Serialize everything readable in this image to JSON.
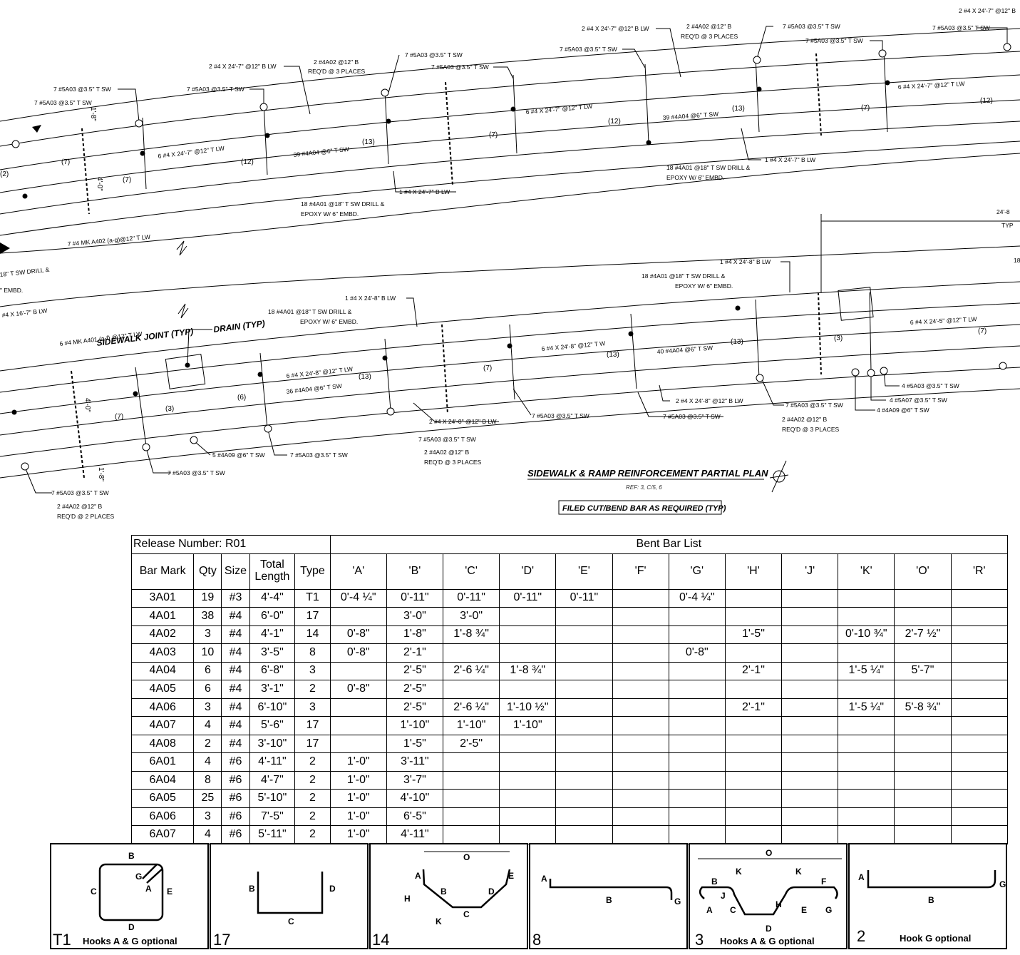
{
  "plan": {
    "title": "SIDEWALK & RAMP REINFORCEMENT PARTIAL PLAN",
    "ref": "REF: 3, C/5, 6",
    "note": "FILED CUT/BEND BAR AS REQUIRED (TYP)",
    "callouts": {
      "c1": "7 #5A03 @3.5\" T SW",
      "c2": "7 #5A03 @3.5\" T SW",
      "c3": "2 #4 X 24'-7\" @12\" B LW",
      "c4": "2 #4A02 @12\" B",
      "c5": "REQ'D @ 3 PLACES",
      "c6": "7 #5A03 @3.5\" T SW",
      "c7": "7 #5A03 @3.5\" T SW",
      "c8": "7 #5A03 @3.5\" T SW",
      "c9": "2 #4 X 24'-7\" @12\" B LW",
      "c10": "2 #4A02 @12\" B",
      "c11": "REQ'D @ 3 PLACES",
      "c12": "7 #5A03 @3.5\" T SW",
      "c13": "7 #5A03 @3.5\" T SW",
      "c14": "2 #4 X 24'-7\" @12\" B",
      "c15": "7 #5A03 @3.5\" T SW",
      "c16": "6 #4 X 24'-7\" @12\" T LW",
      "c17": "39 #4A04 @6\" T SW",
      "c18": "6 #4 X 24'-7\" @12\" T LW",
      "c19": "39 #4A04 @6\" T SW",
      "c20": "6 #4 X 24'-7\" @12\" T LW",
      "c21": "18 #4A01 @18\" T SW DRILL &",
      "c22": "EPOXY W/ 6\" EMBD.",
      "c23": "1 #4 X 24'-7\"  B LW",
      "c24": "18 #4A01 @18\" T SW DRILL &",
      "c25": "EPOXY W/ 6\" EMBD.",
      "c26": "1 #4 X 24'-7\"  B LW",
      "c27": "7 #4 MK A402 (a-g)@12\" T LW",
      "c28": "24'-8",
      "c29": "TYP",
      "c30": "1 #4 X 24'-8\"  B LW",
      "c31": "18 #4A01 @18\" T SW DRILL &",
      "c32": "EPOXY W/ 6\" EMBD.",
      "c33": "1 #4 X 24'-8\"  B LW",
      "c34": "18 #4A01 @18\" T SW DRILL &",
      "c35": "EPOXY W/ 6\" EMBD.",
      "c36": "#4 X 16'-7\"  B LW",
      "c37": "6 #4 MK A401 (a-f) @12\" T LW",
      "c38": "SIDEWALK JOINT (TYP)",
      "c39": "DRAIN (TYP)",
      "c40": "6 #4 X 24'-8\" @12\" T LW",
      "c41": "36 #4A04 @6\" T SW",
      "c42": "6 #4 X 24'-8\" @12\" T W",
      "c43": "40 #4A04 @6\" T SW",
      "c44": "6 #4 X 24'-5\" @12\" T LW",
      "c45": "2 #4 X 24'-8\" @12\" B LW",
      "c46": "7 #5A03 @3.5\" T SW",
      "c47": "7 #5A03 @3.5\" T SW",
      "c48": "2 #4 X 24'-8\" @12\" B LW",
      "c49": "7 #5A03 @3.5\" T SW",
      "c50": "7 #5A03 @3.5\" T SW",
      "c51": "2 #4A02 @12\" B",
      "c52": "REQ'D @ 3 PLACES",
      "c53": "4 #5A03 @3.5\" T SW",
      "c54": "4 #5A07 @3.5\" T SW",
      "c55": "4 #4A09 @6\" T SW",
      "c56": "7 #5A03 @3.5\" T SW",
      "c57": "2 #4A02 @12\" B",
      "c58": "REQ'D @ 3 PLACES",
      "c59": "5 #4A09 @6\" T SW",
      "c60": "7 #5A03 @3.5\" T SW",
      "c61": "7 #5A03 @3.5\" T SW",
      "c62": "7 #5A03 @3.5\" T SW",
      "c63": "2 #4A02 @12\" B",
      "c64": "REQ'D @ 2 PLACES",
      "c65": "2 #4 X 24'-7\" @12\" B",
      "c66": "18",
      "c67": "18\" T SW DRILL &",
      "c68": "\" EMBD.",
      "d1": "(7)",
      "d2": "(12)",
      "d3": "(13)",
      "d4": "(7)",
      "d5": "(12)",
      "d6": "(13)",
      "d7": "(7)",
      "d8": "(12)",
      "d9": "(7)",
      "d10": "(7)",
      "d11": "(6)",
      "d12": "(3)",
      "d13": "(7)",
      "d14": "(13)",
      "d15": "(13)",
      "d16": "(7)",
      "d17": "(3)",
      "d18": "(13)",
      "d19": "(7)",
      "d20": "(2)",
      "v1": "1'-8\"",
      "v2": "4'-0\"",
      "v3": "4'-0\"",
      "v4": "1'-8\""
    }
  },
  "bent_bar_list": {
    "release": "Release Number: R01",
    "title": "Bent Bar List",
    "headers": [
      "Bar Mark",
      "Qty",
      "Size",
      "Total Length",
      "Type",
      "'A'",
      "'B'",
      "'C'",
      "'D'",
      "'E'",
      "'F'",
      "'G'",
      "'H'",
      "'J'",
      "'K'",
      "'O'",
      "'R'"
    ],
    "rows": [
      [
        "3A01",
        "19",
        "#3",
        "4'-4\"",
        "T1",
        "0'-4 ¼\"",
        "0'-11\"",
        "0'-11\"",
        "0'-11\"",
        "0'-11\"",
        "",
        "0'-4 ¼\"",
        "",
        "",
        "",
        "",
        ""
      ],
      [
        "4A01",
        "38",
        "#4",
        "6'-0\"",
        "17",
        "",
        "3'-0\"",
        "3'-0\"",
        "",
        "",
        "",
        "",
        "",
        "",
        "",
        "",
        ""
      ],
      [
        "4A02",
        "3",
        "#4",
        "4'-1\"",
        "14",
        "0'-8\"",
        "1'-8\"",
        "1'-8 ¾\"",
        "",
        "",
        "",
        "",
        "1'-5\"",
        "",
        "0'-10 ¾\"",
        "2'-7 ½\"",
        ""
      ],
      [
        "4A03",
        "10",
        "#4",
        "3'-5\"",
        "8",
        "0'-8\"",
        "2'-1\"",
        "",
        "",
        "",
        "",
        "0'-8\"",
        "",
        "",
        "",
        "",
        ""
      ],
      [
        "4A04",
        "6",
        "#4",
        "6'-8\"",
        "3",
        "",
        "2'-5\"",
        "2'-6 ¼\"",
        "1'-8 ¾\"",
        "",
        "",
        "",
        "2'-1\"",
        "",
        "1'-5 ¼\"",
        "5'-7\"",
        ""
      ],
      [
        "4A05",
        "6",
        "#4",
        "3'-1\"",
        "2",
        "0'-8\"",
        "2'-5\"",
        "",
        "",
        "",
        "",
        "",
        "",
        "",
        "",
        "",
        ""
      ],
      [
        "4A06",
        "3",
        "#4",
        "6'-10\"",
        "3",
        "",
        "2'-5\"",
        "2'-6 ¼\"",
        "1'-10 ½\"",
        "",
        "",
        "",
        "2'-1\"",
        "",
        "1'-5 ¼\"",
        "5'-8 ¾\"",
        ""
      ],
      [
        "4A07",
        "4",
        "#4",
        "5'-6\"",
        "17",
        "",
        "1'-10\"",
        "1'-10\"",
        "1'-10\"",
        "",
        "",
        "",
        "",
        "",
        "",
        "",
        ""
      ],
      [
        "4A08",
        "2",
        "#4",
        "3'-10\"",
        "17",
        "",
        "1'-5\"",
        "2'-5\"",
        "",
        "",
        "",
        "",
        "",
        "",
        "",
        "",
        ""
      ],
      [
        "6A01",
        "4",
        "#6",
        "4'-11\"",
        "2",
        "1'-0\"",
        "3'-11\"",
        "",
        "",
        "",
        "",
        "",
        "",
        "",
        "",
        "",
        ""
      ],
      [
        "6A04",
        "8",
        "#6",
        "4'-7\"",
        "2",
        "1'-0\"",
        "3'-7\"",
        "",
        "",
        "",
        "",
        "",
        "",
        "",
        "",
        "",
        ""
      ],
      [
        "6A05",
        "25",
        "#6",
        "5'-10\"",
        "2",
        "1'-0\"",
        "4'-10\"",
        "",
        "",
        "",
        "",
        "",
        "",
        "",
        "",
        "",
        ""
      ],
      [
        "6A06",
        "3",
        "#6",
        "7'-5\"",
        "2",
        "1'-0\"",
        "6'-5\"",
        "",
        "",
        "",
        "",
        "",
        "",
        "",
        "",
        "",
        ""
      ],
      [
        "6A07",
        "4",
        "#6",
        "5'-11\"",
        "2",
        "1'-0\"",
        "4'-11\"",
        "",
        "",
        "",
        "",
        "",
        "",
        "",
        "",
        "",
        ""
      ]
    ]
  },
  "bend_types": {
    "t1": {
      "number": "T1",
      "note": "Hooks A & G optional",
      "labels": {
        "a": "A",
        "b": "B",
        "c": "C",
        "d": "D",
        "e": "E",
        "g": "G"
      }
    },
    "t17": {
      "number": "17",
      "labels": {
        "b": "B",
        "c": "C",
        "d": "D"
      }
    },
    "t14": {
      "number": "14",
      "labels": {
        "o": "O",
        "a": "A",
        "e": "E",
        "b": "B",
        "d": "D",
        "h": "H",
        "c": "C",
        "k": "K"
      }
    },
    "t8": {
      "number": "8",
      "labels": {
        "a": "A",
        "b": "B",
        "g": "G"
      }
    },
    "t3": {
      "number": "3",
      "note": "Hooks A & G optional",
      "labels": {
        "o": "O",
        "k1": "K",
        "k2": "K",
        "b": "B",
        "f": "F",
        "j": "J",
        "h": "H",
        "a": "A",
        "c": "C",
        "e": "E",
        "g": "G",
        "d": "D"
      }
    },
    "t2": {
      "number": "2",
      "note": "Hook G optional",
      "labels": {
        "a": "A",
        "b": "B",
        "g": "G"
      }
    }
  }
}
